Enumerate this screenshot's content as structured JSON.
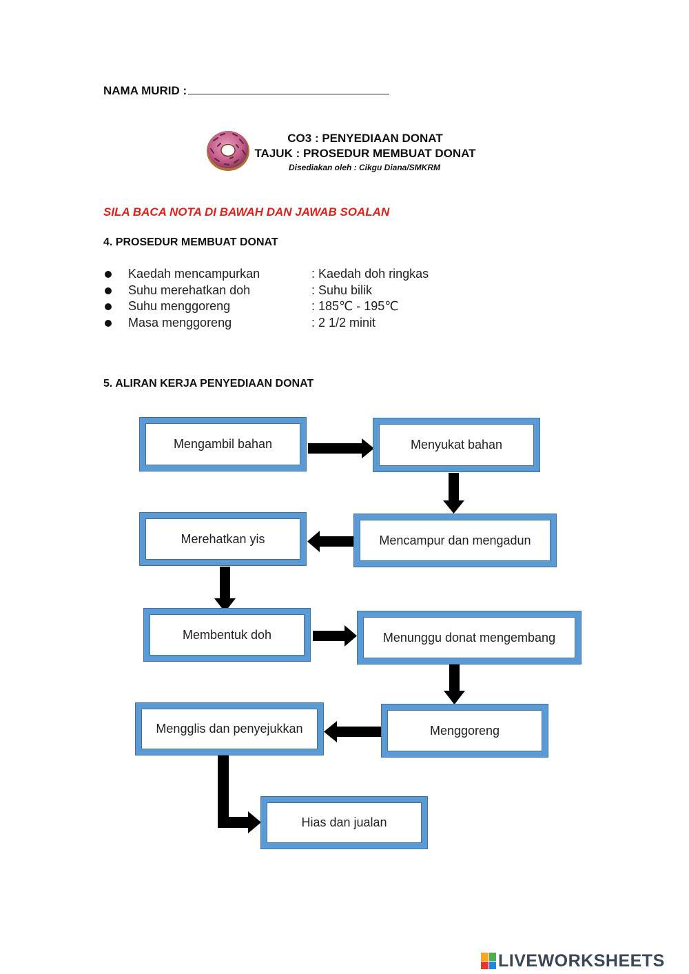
{
  "header": {
    "name_label": "NAMA MURID :",
    "title_line1": "CO3 : PENYEDIAAN DONAT",
    "title_line2": "TAJUK : PROSEDUR MEMBUAT DONAT",
    "byline": "Disediakan oleh : Cikgu Diana/SMKRM",
    "icon": "donut-icon"
  },
  "instruction": "SILA BACA NOTA DI BAWAH DAN JAWAB SOALAN",
  "section4": {
    "title": "4. PROSEDUR MEMBUAT DONAT",
    "items": [
      {
        "label": "Kaedah mencampurkan",
        "value": ": Kaedah doh ringkas"
      },
      {
        "label": "Suhu merehatkan doh",
        "value": ": Suhu bilik"
      },
      {
        "label": "Suhu menggoreng",
        "value": ": 185℃ - 195℃"
      },
      {
        "label": "Masa menggoreng",
        "value": ": 2 1/2 minit"
      }
    ]
  },
  "section5": {
    "title": "5. ALIRAN KERJA PENYEDIAAN DONAT",
    "steps": [
      "Mengambil bahan",
      "Menyukat bahan",
      "Mencampur dan mengadun",
      "Merehatkan yis",
      "Membentuk doh",
      "Menunggu donat mengembang",
      "Menggoreng",
      "Mengglis dan penyejukkan",
      "Hias dan jualan"
    ]
  },
  "footer": {
    "brand": "LIVEWORKSHEETS",
    "icon": "liveworksheets-logo-icon"
  },
  "colors": {
    "box_border": "#5b9bd5",
    "box_outline": "#41719c",
    "instruction": "#e0201b",
    "arrow": "#000000"
  }
}
